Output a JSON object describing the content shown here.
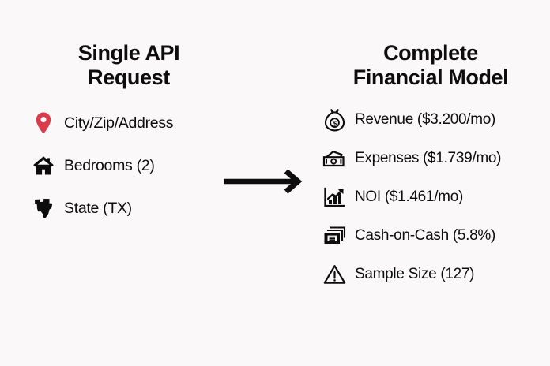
{
  "background_color": "#faf8f8",
  "text_color": "#0d0d0d",
  "accent_color": "#d93b4a",
  "left": {
    "title": "Single API\nRequest",
    "items": [
      {
        "icon": "map-pin-icon",
        "label": "City/Zip/Address"
      },
      {
        "icon": "house-icon",
        "label": "Bedrooms (2)"
      },
      {
        "icon": "texas-state-icon",
        "label": "State (TX)"
      }
    ]
  },
  "arrow": {
    "icon": "arrow-right-icon"
  },
  "right": {
    "title": "Complete\nFinancial Model",
    "items": [
      {
        "icon": "money-bag-icon",
        "label": "Revenue ($3.200/mo)"
      },
      {
        "icon": "banknote-icon",
        "label": "Expenses ($1.739/mo)"
      },
      {
        "icon": "growth-chart-icon",
        "label": "NOI ($1.461/mo)"
      },
      {
        "icon": "stacked-cash-icon",
        "label": "Cash-on-Cash (5.8%)"
      },
      {
        "icon": "warning-triangle-icon",
        "label": "Sample Size (127)"
      }
    ]
  }
}
